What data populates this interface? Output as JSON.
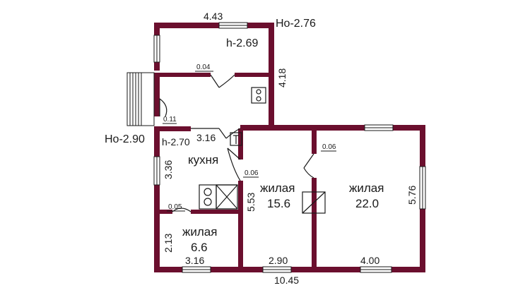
{
  "plan": {
    "height_marks": {
      "ho_top": "Ho-2.76",
      "ho_left": "Ho-2.90",
      "h_top_room": "h-2.69",
      "h_kitchen": "h-2.70"
    },
    "dimensions": {
      "top_width": "4.43",
      "right_top_height": "4.18",
      "kitchen_width": "3.16",
      "left_kitchen_height": "3.36",
      "left_small_room_height": "2.13",
      "bottom_small_room": "3.16",
      "bottom_middle_room": "2.90",
      "bottom_big_room": "4.00",
      "total_width": "10.45",
      "middle_room_height": "5.53",
      "right_height": "5.76"
    },
    "door_marks": {
      "top_door": "0.04",
      "vestibule_door": "0.11",
      "middle_room_door": "0.06",
      "big_room_door": "0.06",
      "small_room_door": "0.05"
    },
    "rooms": {
      "kitchen_label": "кухня",
      "middle_label": "жилая",
      "middle_area": "15.6",
      "big_label": "жилая",
      "big_area": "22.0",
      "small_label": "жилая",
      "small_area": "6.6"
    },
    "colors": {
      "wall": "#6b0f2e",
      "line": "#1a1a1a"
    }
  }
}
